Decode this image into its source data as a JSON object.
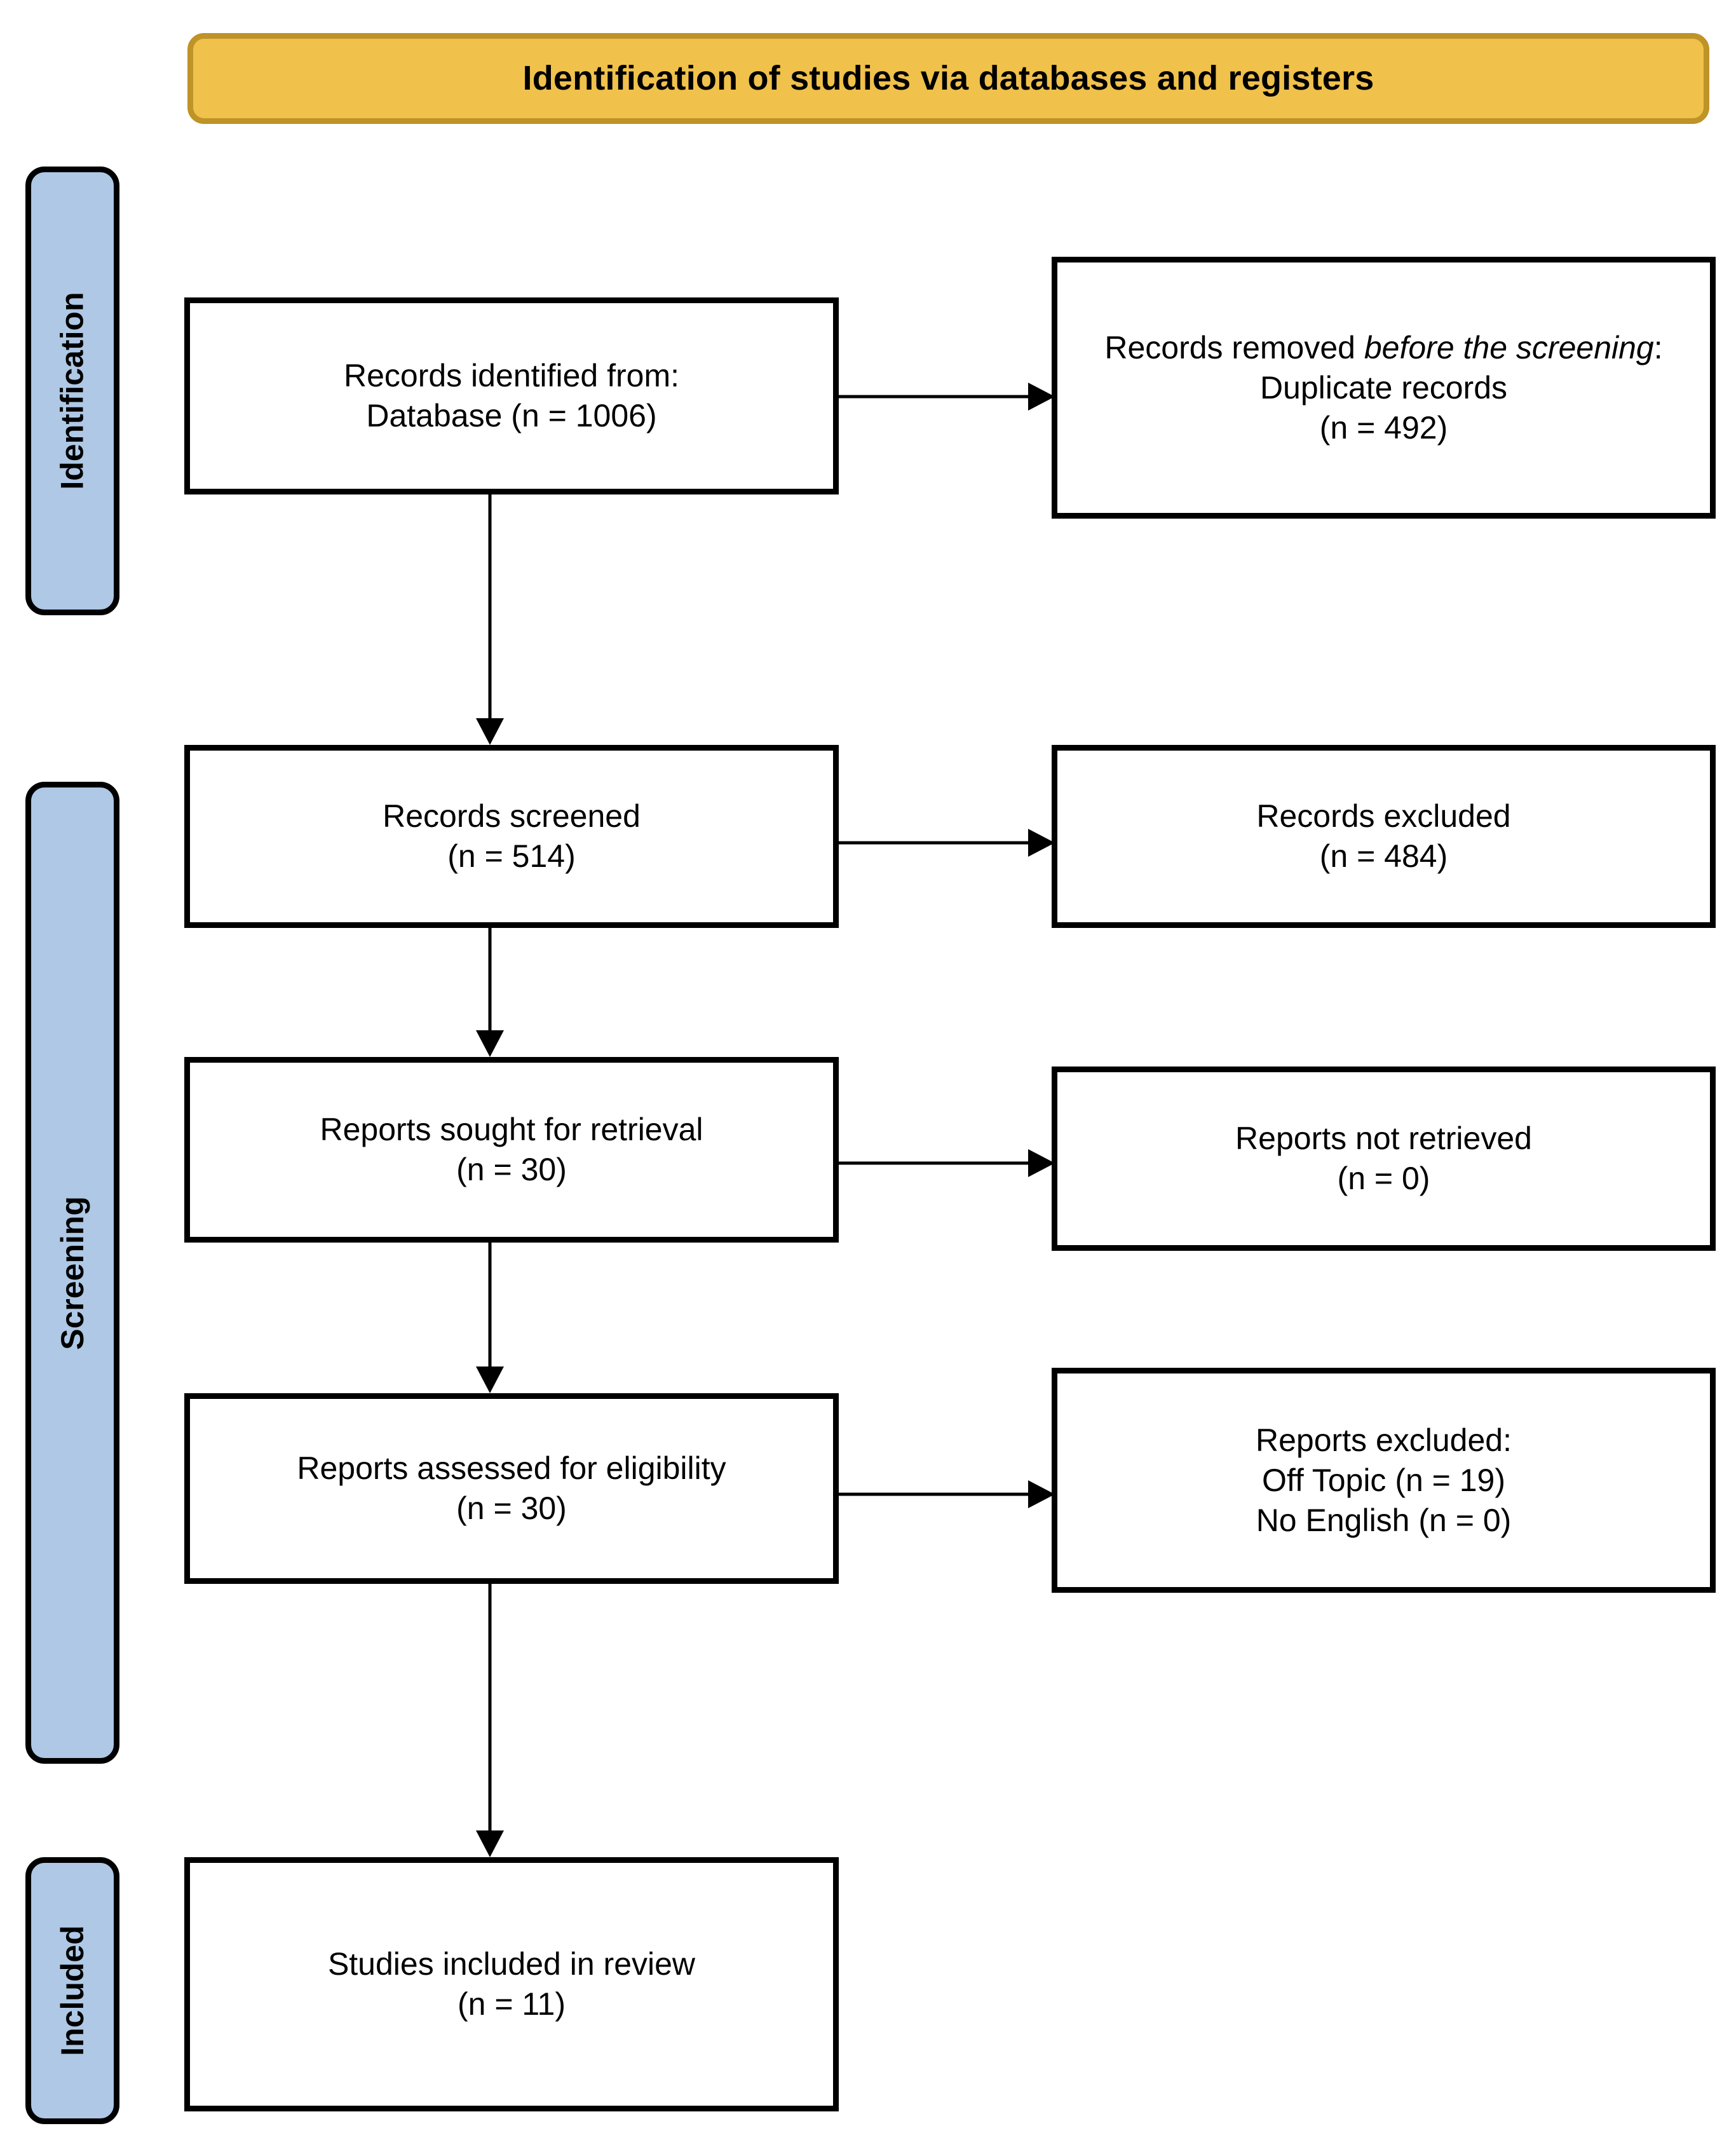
{
  "banner": {
    "title": "Identification of studies via databases and registers",
    "fill_color": "#F0C14B",
    "border_color": "#BE9327"
  },
  "stages": {
    "fill_color": "#AEC8E5",
    "border_color": "#000000",
    "identification": "Identification",
    "screening": "Screening",
    "included": "Included"
  },
  "boxes": {
    "identified": {
      "line1": "Records identified from:",
      "line2": "Database (n = 1006)"
    },
    "removed": {
      "prefix": "Records removed ",
      "italic": "before the screening",
      "suffix": ":",
      "line2": "Duplicate records",
      "line3": "(n = 492)"
    },
    "screened": {
      "line1": "Records screened",
      "line2": "(n = 514)"
    },
    "excluded": {
      "line1": "Records excluded",
      "line2": "(n = 484)"
    },
    "sought": {
      "line1": "Reports sought for retrieval",
      "line2": "(n = 30)"
    },
    "not_retrieved": {
      "line1": "Reports not retrieved",
      "line2": "(n = 0)"
    },
    "assessed": {
      "line1": "Reports assessed for eligibility",
      "line2": "(n = 30)"
    },
    "reports_excluded": {
      "line1": "Reports excluded:",
      "line2": "Off Topic (n = 19)",
      "line3": "No English (n = 0)"
    },
    "included": {
      "line1": "Studies included in review",
      "line2": "(n = 11)"
    }
  },
  "chart_data": {
    "type": "diagram",
    "title": "Identification of studies via databases and registers",
    "diagram_kind": "PRISMA 2020 flow diagram",
    "stages": [
      "Identification",
      "Screening",
      "Included"
    ],
    "nodes": [
      {
        "id": "identified",
        "stage": "Identification",
        "column": "left",
        "label": "Records identified from: Database",
        "n": 1006
      },
      {
        "id": "removed",
        "stage": "Identification",
        "column": "right",
        "label": "Records removed before the screening: Duplicate records",
        "n": 492
      },
      {
        "id": "screened",
        "stage": "Screening",
        "column": "left",
        "label": "Records screened",
        "n": 514
      },
      {
        "id": "excluded",
        "stage": "Screening",
        "column": "right",
        "label": "Records excluded",
        "n": 484
      },
      {
        "id": "sought",
        "stage": "Screening",
        "column": "left",
        "label": "Reports sought for retrieval",
        "n": 30
      },
      {
        "id": "not_retrieved",
        "stage": "Screening",
        "column": "right",
        "label": "Reports not retrieved",
        "n": 0
      },
      {
        "id": "assessed",
        "stage": "Screening",
        "column": "left",
        "label": "Reports assessed for eligibility",
        "n": 30
      },
      {
        "id": "reports_excluded",
        "stage": "Screening",
        "column": "right",
        "label": "Reports excluded: Off Topic (n = 19); No English (n = 0)",
        "n": 19
      },
      {
        "id": "included",
        "stage": "Included",
        "column": "left",
        "label": "Studies included in review",
        "n": 11
      }
    ],
    "edges": [
      {
        "from": "identified",
        "to": "removed",
        "direction": "horizontal"
      },
      {
        "from": "identified",
        "to": "screened",
        "direction": "vertical"
      },
      {
        "from": "screened",
        "to": "excluded",
        "direction": "horizontal"
      },
      {
        "from": "screened",
        "to": "sought",
        "direction": "vertical"
      },
      {
        "from": "sought",
        "to": "not_retrieved",
        "direction": "horizontal"
      },
      {
        "from": "sought",
        "to": "assessed",
        "direction": "vertical"
      },
      {
        "from": "assessed",
        "to": "reports_excluded",
        "direction": "horizontal"
      },
      {
        "from": "assessed",
        "to": "included",
        "direction": "vertical"
      }
    ]
  }
}
